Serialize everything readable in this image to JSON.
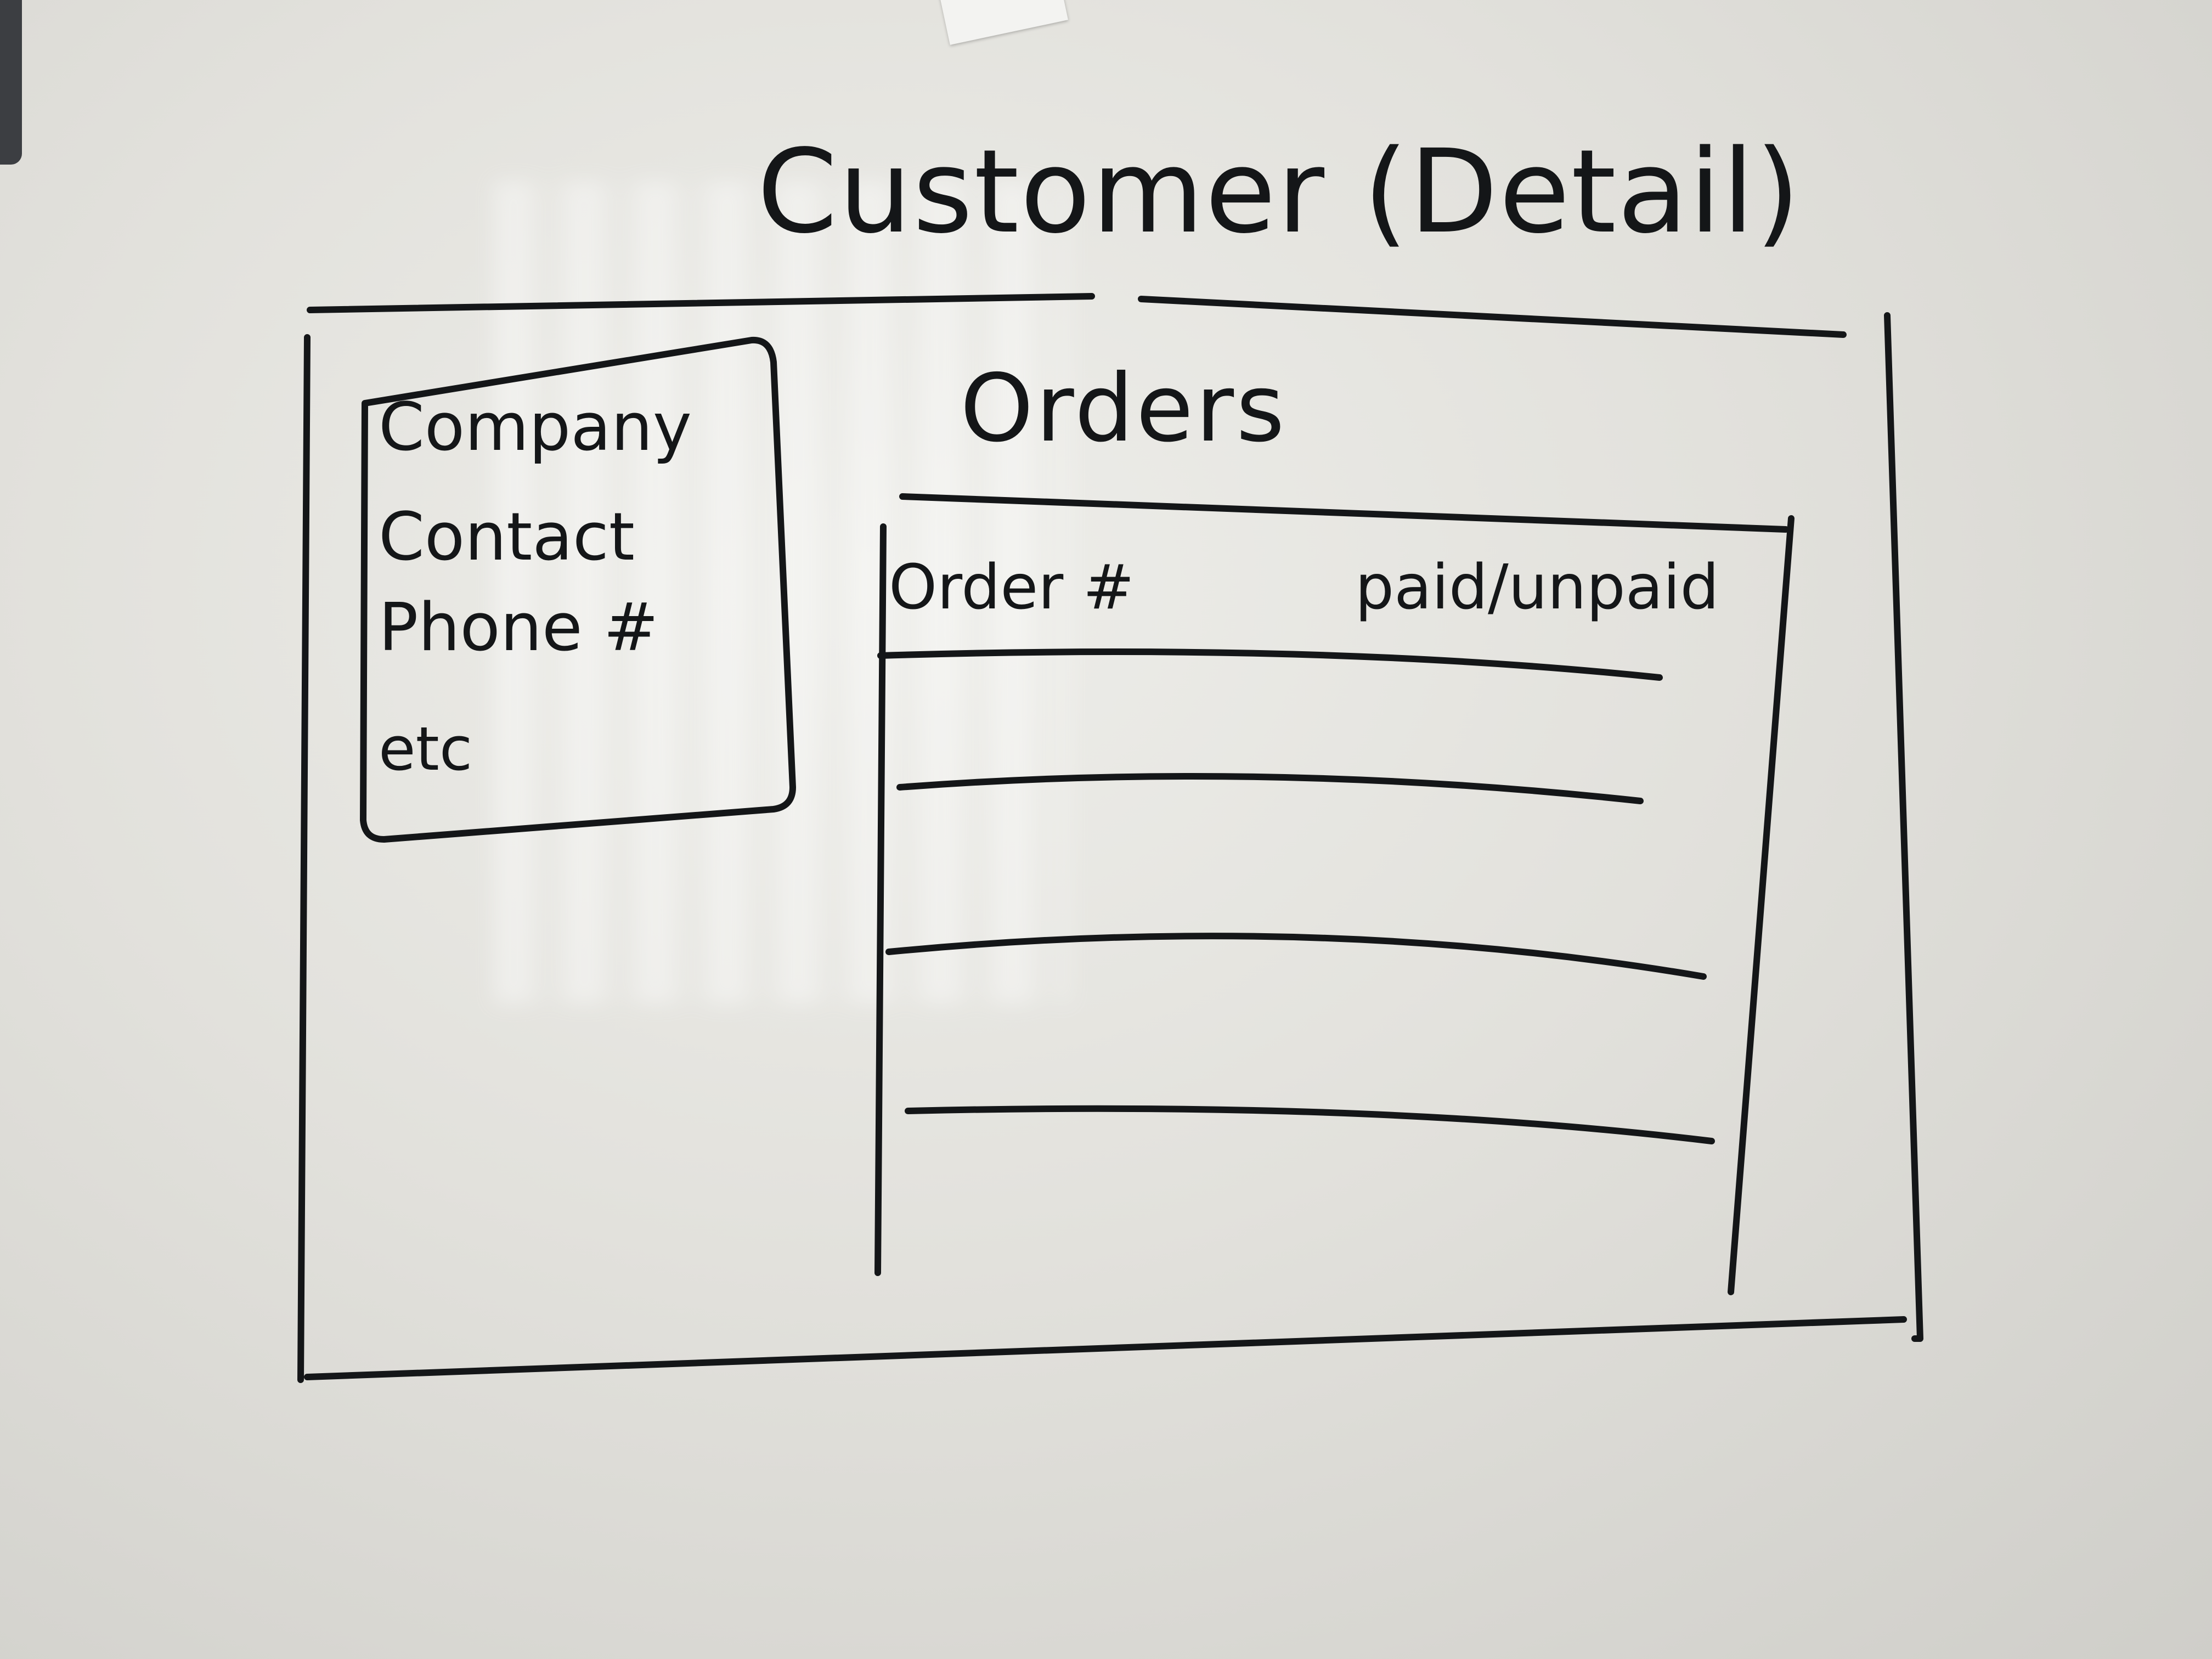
{
  "title": "Customer (Detail)",
  "customer_panel": {
    "fields": [
      "Company",
      "Contact",
      "Phone #",
      "etc"
    ]
  },
  "orders": {
    "heading": "Orders",
    "columns": [
      "Order #",
      "paid/unpaid"
    ],
    "row_count": 4
  },
  "colors": {
    "board": "#e4e3de",
    "marker": "#141618"
  }
}
